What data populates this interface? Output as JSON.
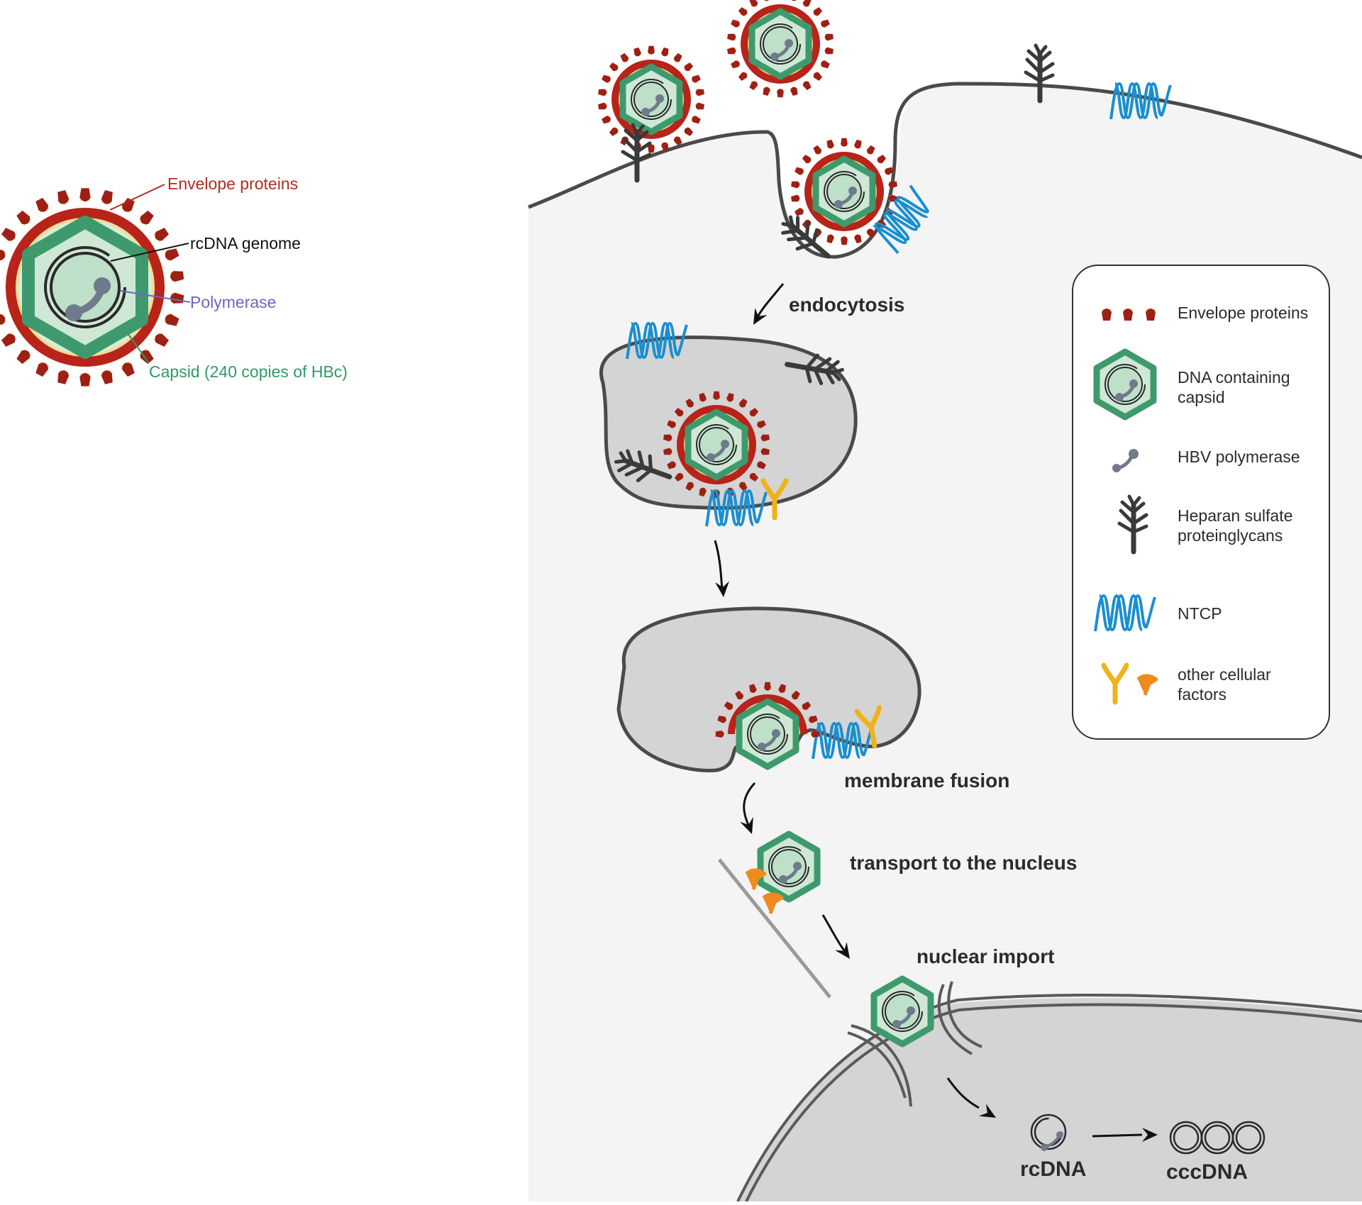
{
  "virion_labels": {
    "envelope": "Envelope proteins",
    "rcdna_genome": "rcDNA genome",
    "polymerase": "Polymerase",
    "capsid": "Capsid (240 copies of HBc)"
  },
  "steps": {
    "endocytosis": "endocytosis",
    "membrane_fusion": "membrane fusion",
    "transport": "transport to the nucleus",
    "nuclear_import": "nuclear import",
    "rcdna": "rcDNA",
    "cccdna": "cccDNA"
  },
  "legend": {
    "envelope": "Envelope proteins",
    "capsid_line1": "DNA containing",
    "capsid_line2": "capsid",
    "polymerase": "HBV polymerase",
    "hspg_line1": "Heparan sulfate",
    "hspg_line2": "proteinglycans",
    "ntcp": "NTCP",
    "other_line1": "other cellular",
    "other_line2": "factors"
  },
  "colors": {
    "envelope": "#a01d12",
    "envelope_tip": "#e8b92a",
    "capsid_fill": "#cfe8d6",
    "capsid_edge": "#3e9a6c",
    "polymerase": "#6f7a8c",
    "ntcp": "#1a8fd0",
    "hspg": "#3a3a3a",
    "other_factor_y": "#f0b21a",
    "other_factor_t": "#ef8a1f",
    "cytoplasm": "#f4f4f4",
    "vesicle": "#d4d4d4",
    "membrane": "#4a4a4a",
    "label_envelope": "#b52a1f",
    "label_polymerase": "#6a66c6",
    "label_capsid": "#2f9966"
  }
}
